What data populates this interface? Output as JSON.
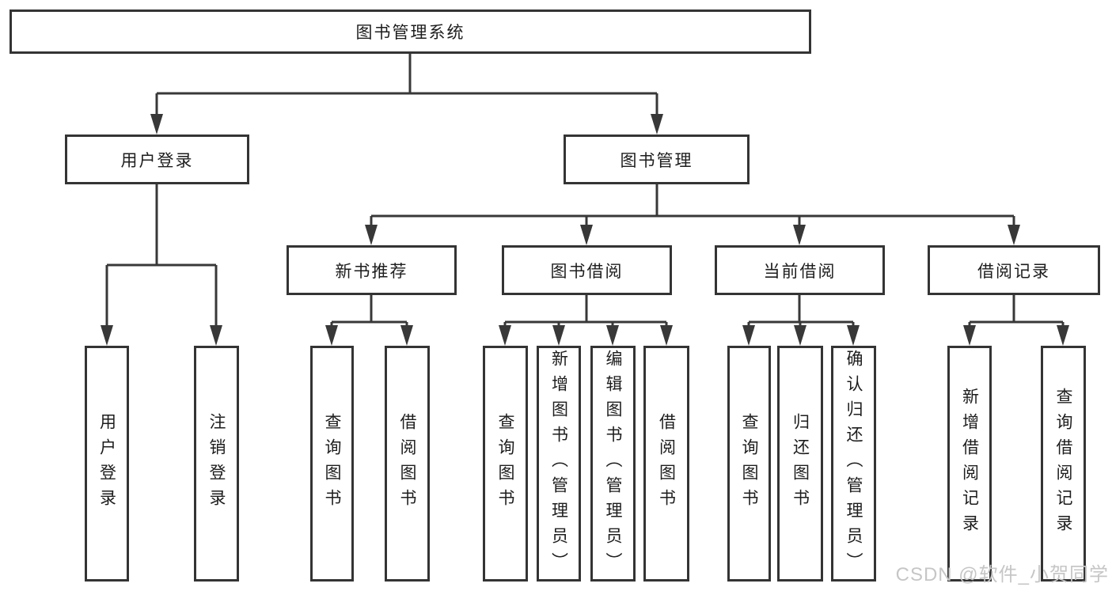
{
  "diagram": {
    "title": "图书管理系统",
    "root": {
      "label": "图书管理系统"
    },
    "branches": [
      {
        "label": "用户登录",
        "children": [
          {
            "label": "用户登录"
          },
          {
            "label": "注销登录"
          }
        ]
      },
      {
        "label": "图书管理",
        "children": [
          {
            "label": "新书推荐",
            "children": [
              {
                "label": "查询图书"
              },
              {
                "label": "借阅图书"
              }
            ]
          },
          {
            "label": "图书借阅",
            "children": [
              {
                "label": "查询图书"
              },
              {
                "label": "新增图书（管理员）"
              },
              {
                "label": "编辑图书（管理员）"
              },
              {
                "label": "借阅图书"
              }
            ]
          },
          {
            "label": "当前借阅",
            "children": [
              {
                "label": "查询图书"
              },
              {
                "label": "归还图书"
              },
              {
                "label": "确认归还（管理员）"
              }
            ]
          },
          {
            "label": "借阅记录",
            "children": [
              {
                "label": "新增借阅记录"
              },
              {
                "label": "查询借阅记录"
              }
            ]
          }
        ]
      }
    ]
  },
  "watermark": "CSDN @软件_小贺同学",
  "colors": {
    "line": "#383838",
    "text": "#1d1d1d",
    "watermark": "#c6c6c6",
    "background": "#ffffff"
  }
}
